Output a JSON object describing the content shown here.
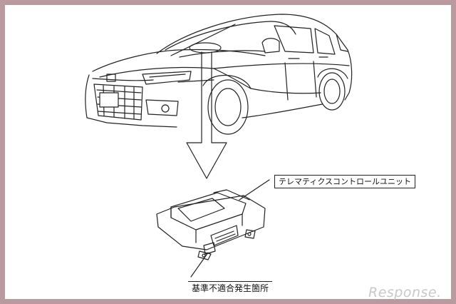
{
  "callouts": {
    "unit_label": "テレマティクスコントロールユニット",
    "defect_label": "基準不適合発生箇所"
  },
  "watermark": {
    "text": "Response."
  },
  "colors": {
    "frame": "#b89a9f",
    "line": "#222222"
  }
}
